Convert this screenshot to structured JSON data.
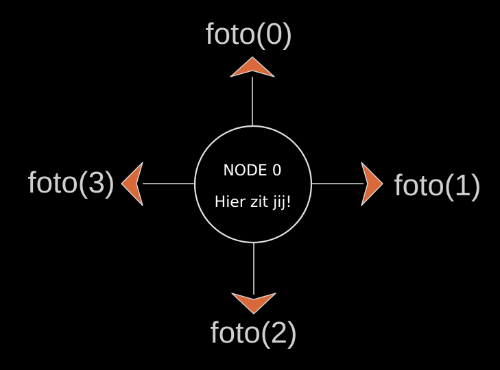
{
  "node": {
    "title": "NODE 0",
    "subtitle": "Hier zit jij!"
  },
  "directions": {
    "up": "foto(0)",
    "right": "foto(1)",
    "down": "foto(2)",
    "left": "foto(3)"
  },
  "colors": {
    "background": "#000000",
    "arrow_fill": "#d9683a",
    "line": "#d9d9d9",
    "label": "#cfcfcf",
    "node_text": "#ffffff"
  }
}
